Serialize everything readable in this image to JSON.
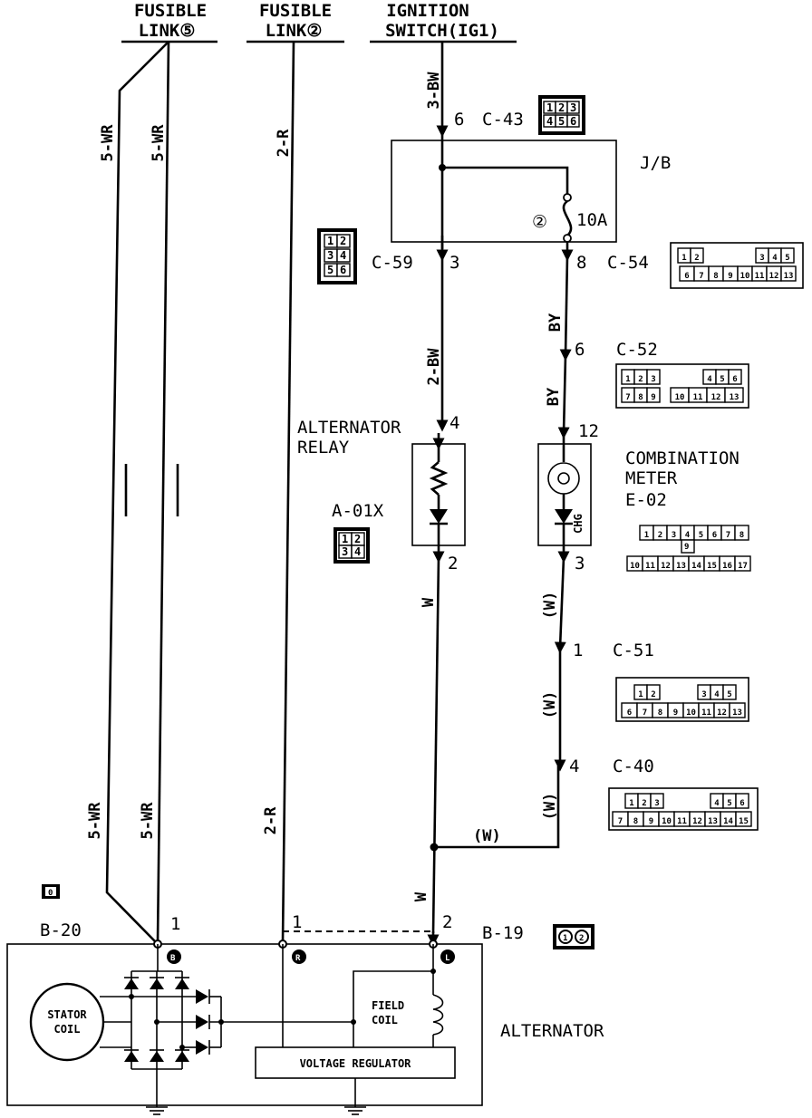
{
  "headers": {
    "fusible_link_5": [
      "FUSIBLE",
      "LINK⑤"
    ],
    "fusible_link_2": [
      "FUSIBLE",
      "LINK②"
    ],
    "ignition_switch": [
      "IGNITION",
      "SWITCH(IG1)"
    ]
  },
  "wires": {
    "five_wr": "5-WR",
    "two_r": "2-R",
    "three_bw": "3-BW",
    "two_bw": "2-BW",
    "by": "BY",
    "w": "W",
    "w_paren": "(W)"
  },
  "junction_block": {
    "label": "J/B",
    "fuse_number": "②",
    "fuse_rating": "10A"
  },
  "connectors": {
    "c43": {
      "id": "C-43",
      "pin": "6",
      "cells": [
        "1",
        "2",
        "3",
        "4",
        "5",
        "6"
      ]
    },
    "c59": {
      "id": "C-59",
      "pin": "3",
      "cells": [
        "1",
        "2",
        "3",
        "4",
        "5",
        "6"
      ]
    },
    "c54": {
      "id": "C-54",
      "pin": "8",
      "top": [
        "1",
        "2",
        "3",
        "4",
        "5"
      ],
      "bottom": [
        "6",
        "7",
        "8",
        "9",
        "10",
        "11",
        "12",
        "13"
      ]
    },
    "c52": {
      "id": "C-52",
      "pin": "6",
      "top": [
        "1",
        "2",
        "3",
        "4",
        "5",
        "6"
      ],
      "bottom": [
        "7",
        "8",
        "9",
        "10",
        "11",
        "12",
        "13"
      ]
    },
    "a01x": {
      "id": "A-01X",
      "cells": [
        "1",
        "2",
        "3",
        "4"
      ]
    },
    "c51": {
      "id": "C-51",
      "pin": "1",
      "top": [
        "1",
        "2",
        "3",
        "4",
        "5"
      ],
      "bottom": [
        "6",
        "7",
        "8",
        "9",
        "10",
        "11",
        "12",
        "13"
      ]
    },
    "c40": {
      "id": "C-40",
      "pin": "4",
      "top": [
        "1",
        "2",
        "3",
        "4",
        "5",
        "6"
      ],
      "bottom": [
        "7",
        "8",
        "9",
        "10",
        "11",
        "12",
        "13",
        "14",
        "15"
      ]
    },
    "e02": {
      "id": "E-02",
      "top": [
        "1",
        "2",
        "3",
        "4",
        "5",
        "6",
        "7",
        "8"
      ],
      "mid": "9",
      "bottom": [
        "10",
        "11",
        "12",
        "13",
        "14",
        "15",
        "16",
        "17"
      ]
    },
    "b19": {
      "id": "B-19",
      "pins": [
        "1",
        "2"
      ]
    },
    "b20": {
      "id": "B-20"
    }
  },
  "relay": {
    "title": [
      "ALTERNATOR",
      "RELAY"
    ],
    "pin_in": "4",
    "pin_out": "2"
  },
  "meter": {
    "title": [
      "COMBINATION",
      "METER"
    ],
    "pin_in": "12",
    "pin_out": "3",
    "lamp_label": "CHG"
  },
  "alternator": {
    "title": "ALTERNATOR",
    "stator": [
      "STATOR",
      "COIL"
    ],
    "field": [
      "FIELD",
      "COIL"
    ],
    "regulator": "VOLTAGE REGULATOR",
    "terminal_b": "B",
    "terminal_r": "R",
    "terminal_l": "L",
    "pin_b20": "1",
    "pin_b19_1": "1",
    "pin_b19_2": "2",
    "shield_mark": "0"
  }
}
